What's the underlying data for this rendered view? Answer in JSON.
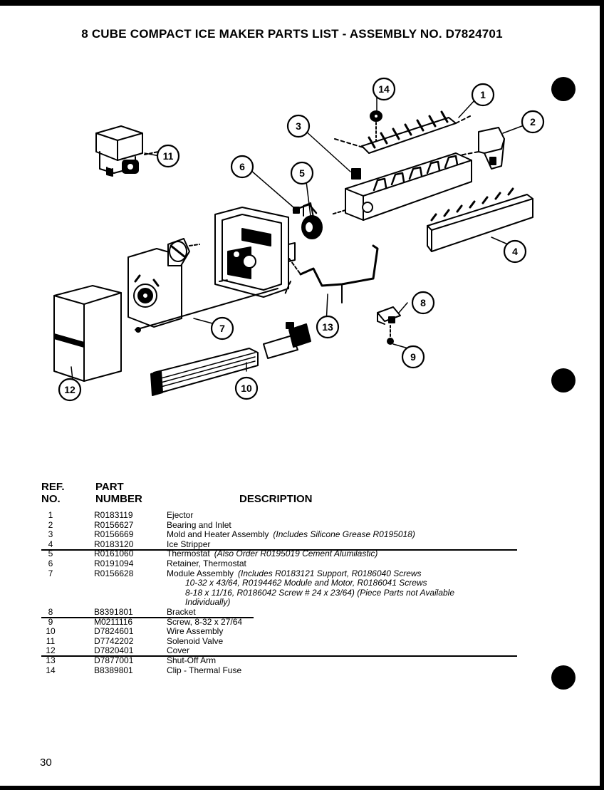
{
  "title": "8 CUBE COMPACT ICE MAKER PARTS LIST - ASSEMBLY NO. D7824701",
  "page_number": "30",
  "diagram_callouts": [
    "1",
    "2",
    "3",
    "4",
    "5",
    "6",
    "7",
    "8",
    "9",
    "10",
    "11",
    "12",
    "13",
    "14"
  ],
  "table": {
    "headers": {
      "ref_line1": "REF.",
      "ref_line2": "NO.",
      "part_line1": "PART",
      "part_line2": "NUMBER",
      "description": "DESCRIPTION"
    },
    "rows": [
      {
        "ref": "1",
        "part": "R0183119",
        "desc": "Ejector",
        "note": ""
      },
      {
        "ref": "2",
        "part": "R0156627",
        "desc": "Bearing and Inlet",
        "note": ""
      },
      {
        "ref": "3",
        "part": "R0156669",
        "desc": "Mold and Heater Assembly",
        "note": "(Includes Silicone Grease R0195018)"
      },
      {
        "ref": "4",
        "part": "R0183120",
        "desc": "Ice Stripper",
        "note": ""
      },
      {
        "ref": "5",
        "part": "R0161060",
        "desc": "Thermostat",
        "note": "(Also Order R0195019 Cement Alumilastic)"
      },
      {
        "ref": "6",
        "part": "R0191094",
        "desc": "Retainer, Thermostat",
        "note": ""
      },
      {
        "ref": "7",
        "part": "R0156628",
        "desc": "Module Assembly",
        "note": "(Includes R0183121 Support, R0186040 Screws"
      },
      {
        "ref": "",
        "part": "",
        "desc": "10-32 x 43/64, R0194462 Module and Motor, R0186041 Screws",
        "note": ""
      },
      {
        "ref": "",
        "part": "",
        "desc": "8-18 x 11/16, R0186042 Screw # 24 x 23/64) (Piece Parts not Available",
        "note": ""
      },
      {
        "ref": "",
        "part": "",
        "desc": "Individually)",
        "note": ""
      },
      {
        "ref": "8",
        "part": "B8391801",
        "desc": "Bracket",
        "note": ""
      },
      {
        "ref": "9",
        "part": "M0211116",
        "desc": "Screw, 8-32 x 27/64",
        "note": ""
      },
      {
        "ref": "10",
        "part": "D7824601",
        "desc": "Wire Assembly",
        "note": ""
      },
      {
        "ref": "11",
        "part": "D7742202",
        "desc": "Solenoid Valve",
        "note": ""
      },
      {
        "ref": "12",
        "part": "D7820401",
        "desc": "Cover",
        "note": ""
      },
      {
        "ref": "13",
        "part": "D7877001",
        "desc": "Shut-Off Arm",
        "note": ""
      },
      {
        "ref": "14",
        "part": "B8389801",
        "desc": "Clip - Thermal Fuse",
        "note": ""
      }
    ]
  }
}
